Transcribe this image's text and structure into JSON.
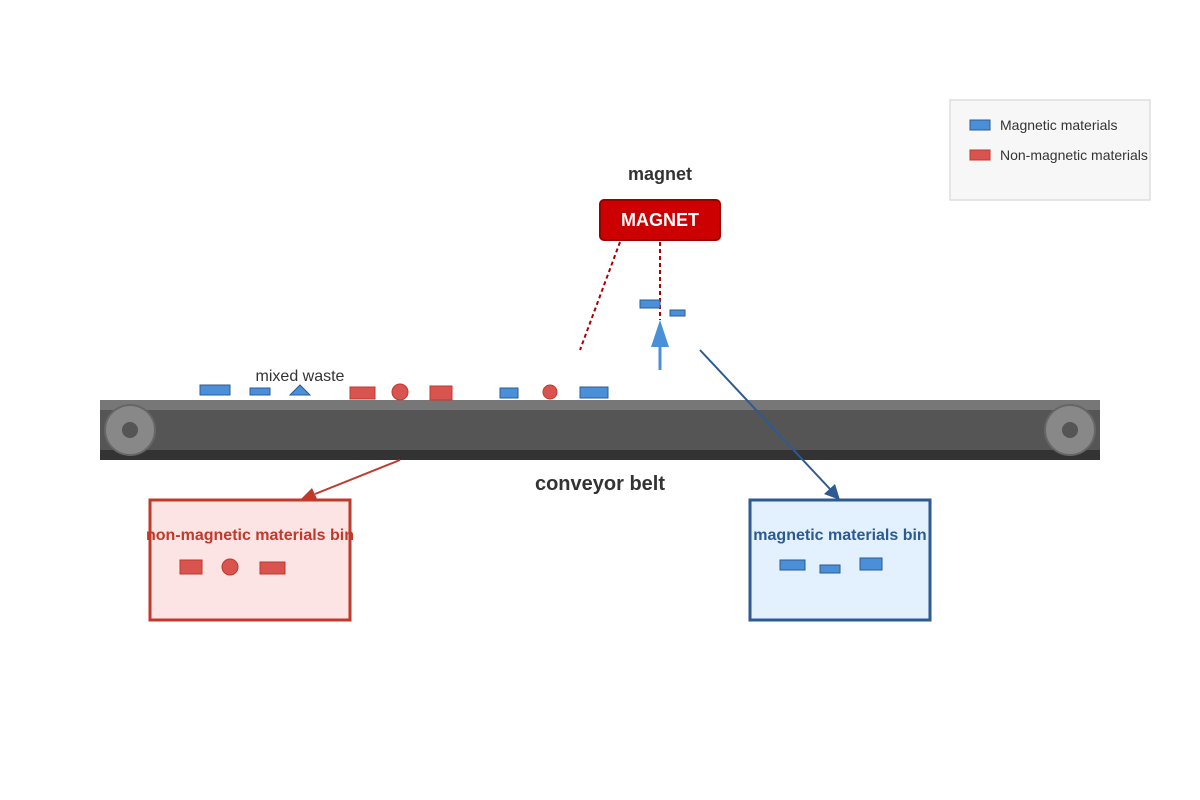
{
  "labels": {
    "magnet_label": "magnet",
    "magnet_box": "MAGNET",
    "mixed_waste": "mixed waste",
    "conveyor_belt": "conveyor belt",
    "non_magnetic_bin": "non-magnetic materials bin",
    "magnetic_bin": "magnetic materials bin"
  },
  "legend": {
    "magnetic": "Magnetic materials",
    "non_magnetic": "Non-magnetic materials"
  },
  "colors": {
    "magnetic": "#4a90d9",
    "magnetic_dark": "#2c5a91",
    "non_magnetic": "#d9534f",
    "non_magnetic_dark": "#c0392b",
    "magnet_fill": "#cc0000",
    "belt": "#555555",
    "roller": "#888888",
    "non_magnetic_bin_fill": "#fde4e4",
    "magnetic_bin_fill": "#e3f0fd",
    "legend_fill": "#f7f7f7"
  },
  "icons": {
    "sorting_arrow": "arrow-up-icon",
    "magnetic_path_arrow": "arrow-down-right-icon",
    "non_magnetic_path_arrow": "arrow-down-left-icon",
    "magnetic_field_lines": "dotted-line-icon"
  }
}
